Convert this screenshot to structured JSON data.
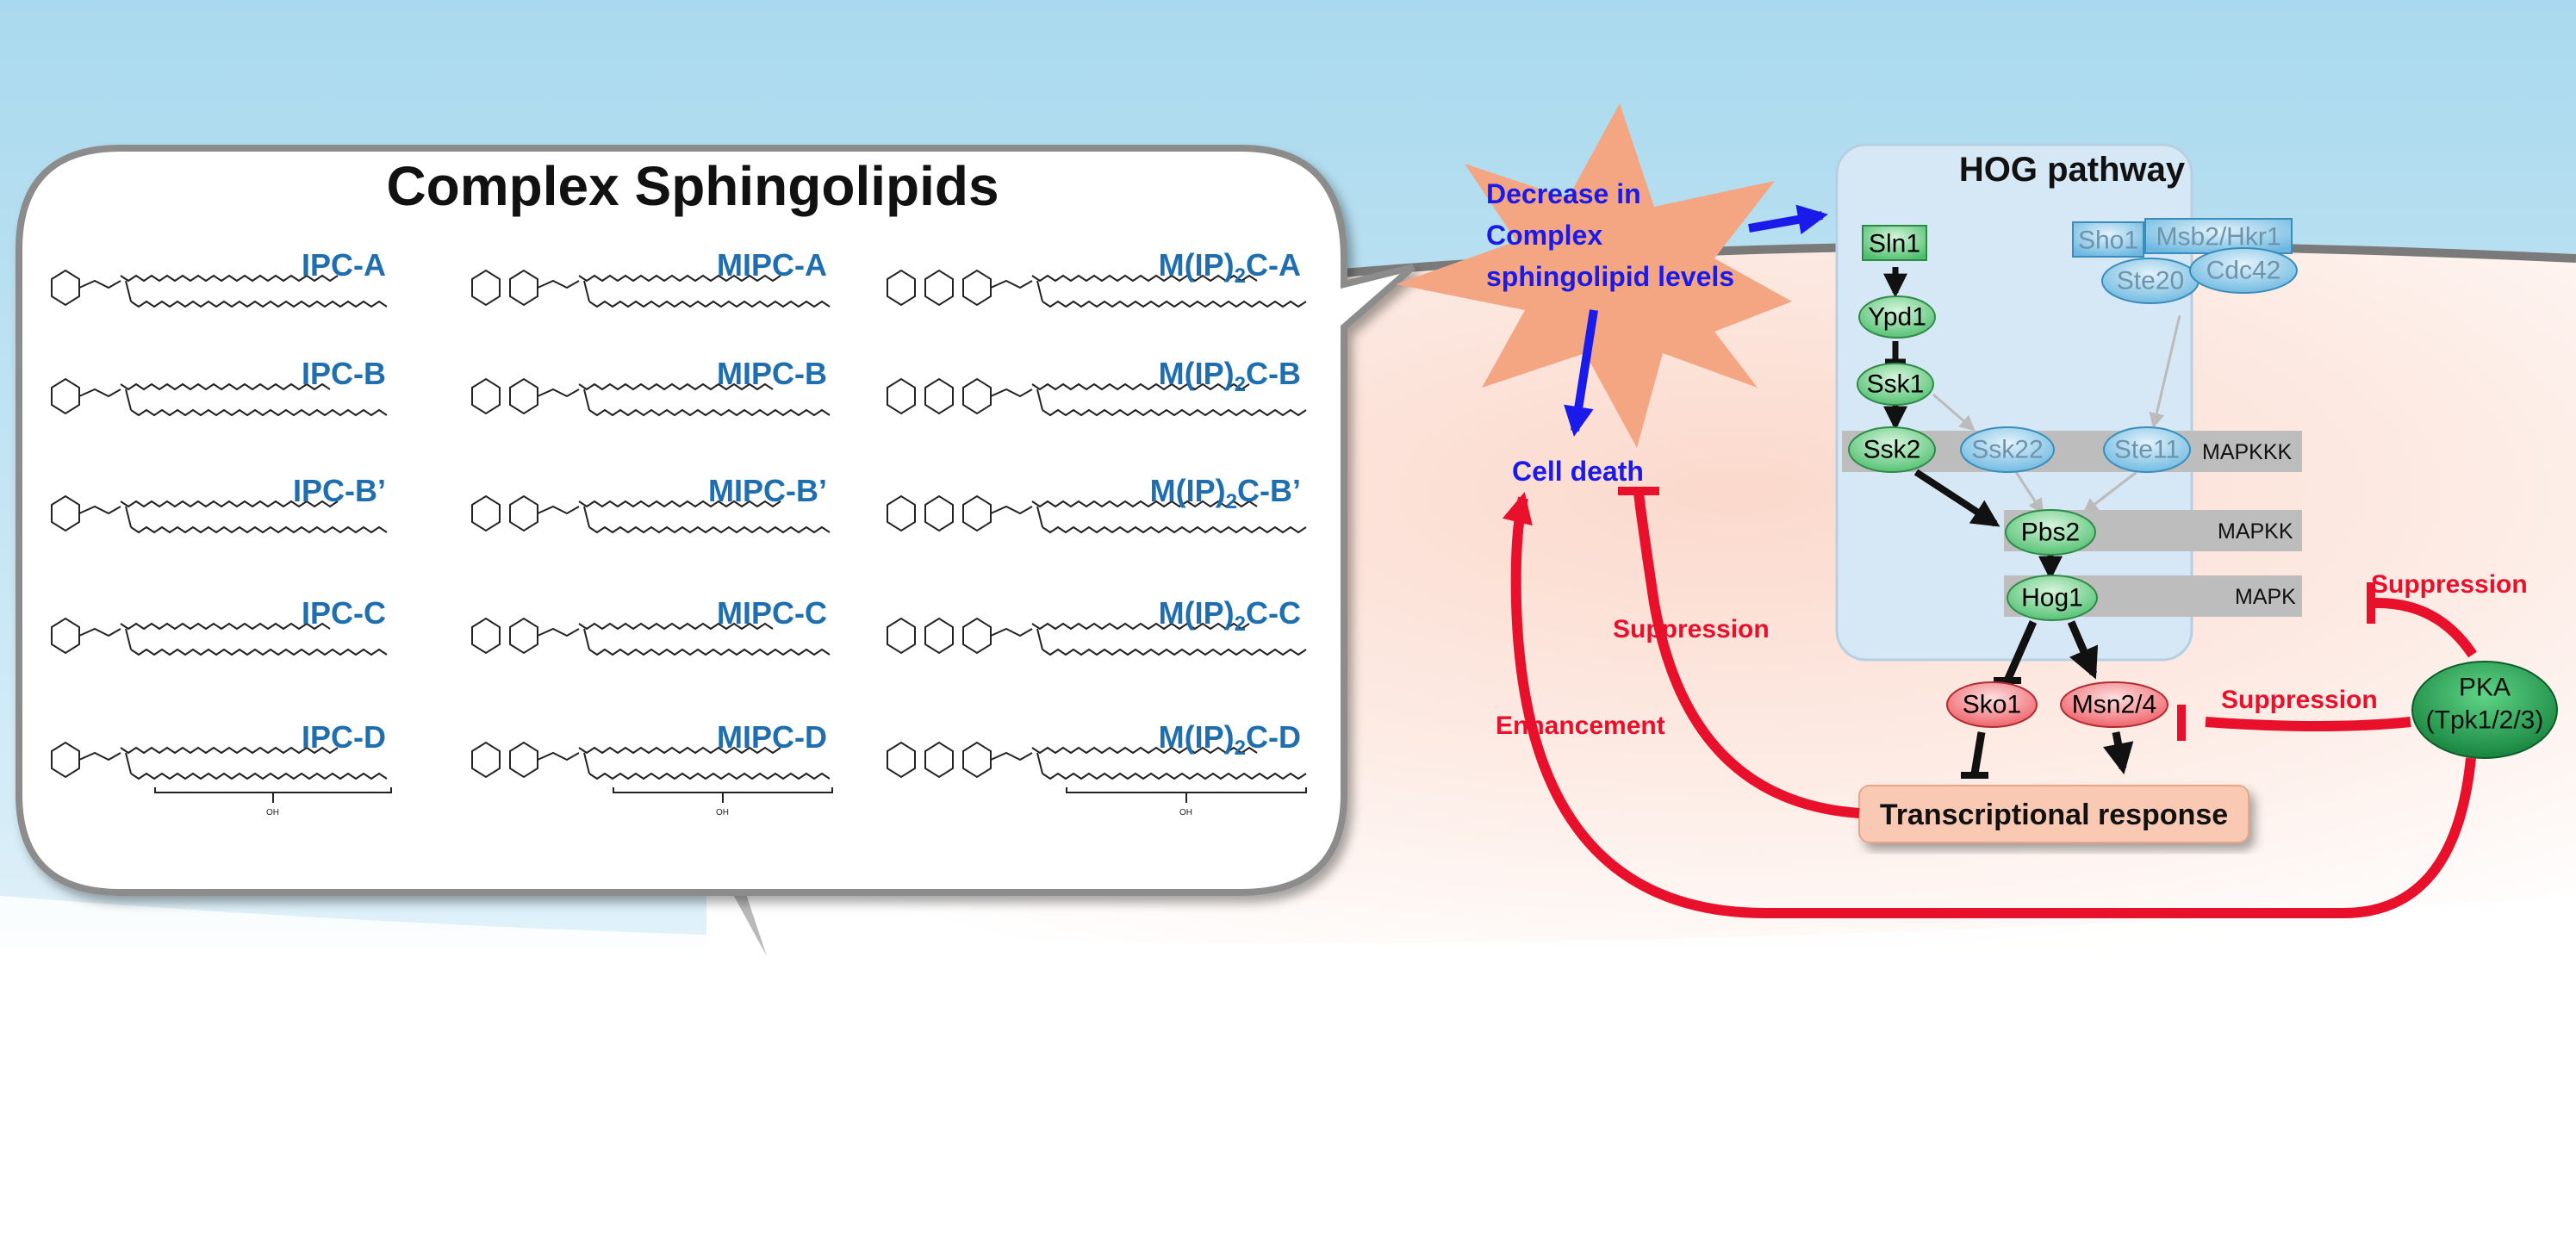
{
  "sphingolipids": {
    "title": "Complex Sphingolipids",
    "rows": [
      [
        "IPC-A",
        "MIPC-A",
        "M(IP)2C-A"
      ],
      [
        "IPC-B",
        "MIPC-B",
        "M(IP)2C-B"
      ],
      [
        "IPC-B’",
        "MIPC-B’",
        "M(IP)2C-B’"
      ],
      [
        "IPC-C",
        "MIPC-C",
        "M(IP)2C-C"
      ],
      [
        "IPC-D",
        "MIPC-D",
        "M(IP)2C-D"
      ]
    ],
    "hydroxyl_label": "OH"
  },
  "stimulus": {
    "lines": [
      "Decrease in",
      "Complex",
      "sphingolipid levels"
    ]
  },
  "cell_death": "Cell death",
  "hog": {
    "title": "HOG pathway",
    "nodes": {
      "sln1": "Sln1",
      "ypd1": "Ypd1",
      "ssk1": "Ssk1",
      "ssk2": "Ssk2",
      "ssk22": "Ssk22",
      "ste11": "Ste11",
      "sho1": "Sho1",
      "msb2": "Msb2/Hkr1",
      "ste20": "Ste20",
      "cdc42": "Cdc42",
      "pbs2": "Pbs2",
      "hog1": "Hog1"
    },
    "tiers": {
      "mapkkk": "MAPKKK",
      "mapkk": "MAPKK",
      "mapk": "MAPK"
    }
  },
  "targets": {
    "sko1": "Sko1",
    "msn24": "Msn2/4"
  },
  "transcription": "Transcriptional response",
  "pka": {
    "name": "PKA",
    "sub": "(Tpk1/2/3)"
  },
  "edge_labels": {
    "suppression_hog": "Suppression",
    "suppression_msn": "Suppression",
    "suppression_death": "Suppression",
    "enhancement": "Enhancement"
  },
  "colors": {
    "lipid_label": "#1f6fb0",
    "inhibition_red": "#e8102a",
    "stimulus_blue": "#1a1aea",
    "star_fill": "#f4a582",
    "hog_panel": "#d6e8f5",
    "green_node": "#4cbe6c",
    "blue_node": "#6ab7e0",
    "red_node": "#ee5a62",
    "pka_fill": "#1f9a4c"
  }
}
